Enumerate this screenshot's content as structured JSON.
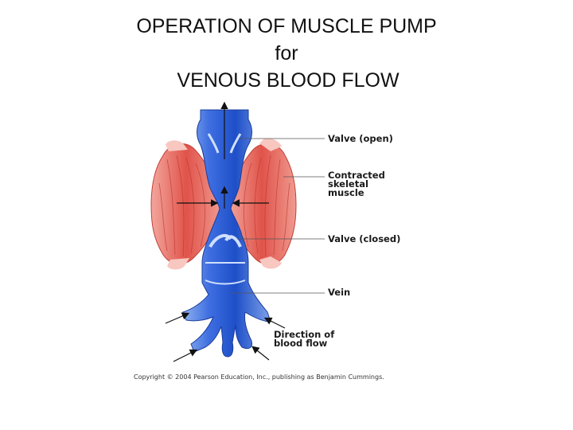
{
  "title": {
    "line1": "OPERATION OF MUSCLE PUMP",
    "line2": "for",
    "line3": "VENOUS BLOOD FLOW"
  },
  "labels": {
    "valve_open": "Valve (open)",
    "contracted_line1": "Contracted",
    "contracted_line2": "skeletal",
    "contracted_line3": "muscle",
    "valve_closed": "Valve (closed)",
    "vein": "Vein",
    "direction_line1": "Direction of",
    "direction_line2": "blood flow"
  },
  "copyright": "Copyright © 2004 Pearson Education, Inc., publishing as Benjamin Cummings.",
  "colors": {
    "vein_dark": "#1f4fc8",
    "vein_light": "#8eb2ee",
    "muscle": "#e0534a",
    "muscle_light": "#f3a79e",
    "leader": "#555555",
    "arrow": "#111111"
  }
}
